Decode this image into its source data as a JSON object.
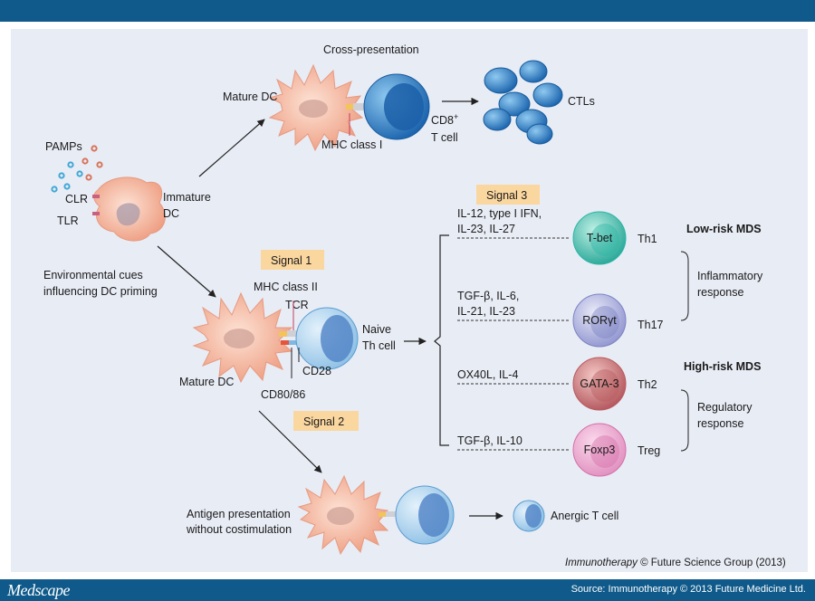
{
  "footer": {
    "brand": "Medscape",
    "source": "Source: Immunotherapy © 2013 Future Medicine Ltd."
  },
  "diagram": {
    "labels": {
      "cross_presentation": "Cross-presentation",
      "mature_dc_top": "Mature DC",
      "mhc_class_1": "MHC class I",
      "cd8_line1": "CD8",
      "cd8_sup": "+",
      "cd8_line2": "T cell",
      "ctls": "CTLs",
      "pamps": "PAMPs",
      "clr": "CLR",
      "tlr": "TLR",
      "immature_dc_line1": "Immature",
      "immature_dc_line2": "DC",
      "env_cues_line1": "Environmental cues",
      "env_cues_line2": "influencing DC priming",
      "signal_1": "Signal 1",
      "signal_2": "Signal 2",
      "signal_3": "Signal 3",
      "mhc_class_2": "MHC class II",
      "tcr": "TCR",
      "naive_th_line1": "Naive",
      "naive_th_line2": "Th cell",
      "cd28": "CD28",
      "cd80_86": "CD80/86",
      "mature_dc_mid": "Mature DC",
      "antigen_line1": "Antigen presentation",
      "antigen_line2": "without costimulation",
      "anergic": "Anergic T cell",
      "low_risk": "Low-risk MDS",
      "high_risk": "High-risk MDS",
      "inflammatory_line1": "Inflammatory",
      "inflammatory_line2": "response",
      "regulatory_line1": "Regulatory",
      "regulatory_line2": "response",
      "credit_journal": "Immunotherapy",
      "credit_rest": " © Future Science Group (2013)"
    },
    "branches": [
      {
        "cytokines": [
          "IL-12, type I IFN,",
          "IL-23, IL-27"
        ],
        "factor": "T-bet",
        "subset": "Th1",
        "color": "#2cb5a5"
      },
      {
        "cytokines": [
          "TGF-β, IL-6,",
          "IL-21, IL-23"
        ],
        "factor": "RORγt",
        "subset": "Th17",
        "color": "#7d82c4"
      },
      {
        "cytokines": [
          "OX40L, IL-4"
        ],
        "factor": "GATA-3",
        "subset": "Th2",
        "color": "#b85a5e"
      },
      {
        "cytokines": [
          "TGF-β, IL-10"
        ],
        "factor": "Foxp3",
        "subset": "Treg",
        "color": "#d46fa8"
      }
    ],
    "colors": {
      "dc_cell": "#f2b29c",
      "t_cell": "#2f7cc4",
      "signal_box": "#fbd7a0",
      "pamp_blue": "#3fa7d6",
      "pamp_red": "#d8735a"
    }
  }
}
